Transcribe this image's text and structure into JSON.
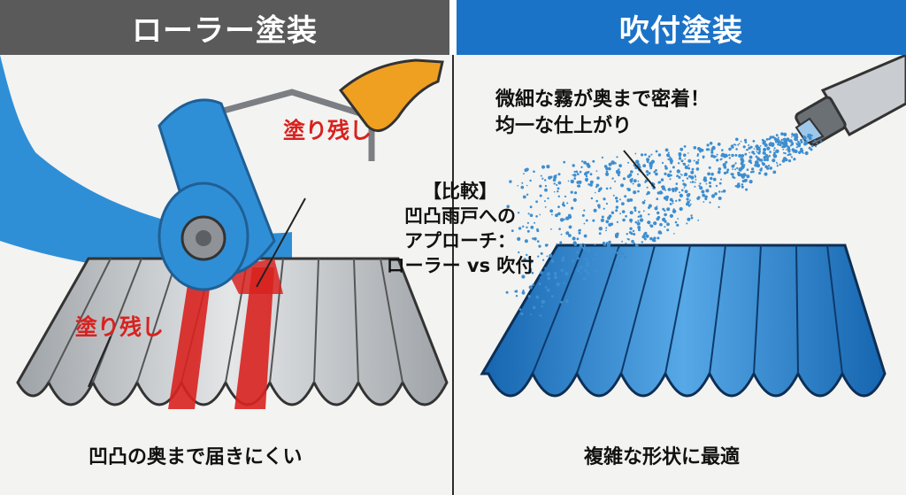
{
  "header": {
    "left_title": "ローラー塗装",
    "right_title": "吹付塗装"
  },
  "left": {
    "missed_label_top": "塗り残し",
    "missed_label_left": "塗り残し",
    "caption": "凹凸の奥まで届きにくい"
  },
  "center": {
    "line1": "【比較】",
    "line2": "凹凸雨戸への",
    "line3": "アプローチ：",
    "line4": "ローラー vs 吹付"
  },
  "right": {
    "mist_line1": "微細な霧が奥まで密着！",
    "mist_line2": "均一な仕上がり",
    "caption": "複雑な形状に最適"
  },
  "colors": {
    "roller_blue": "#2f8fd6",
    "spray_blue": "#1b73c8",
    "missed_red": "#d8221f",
    "handle_orange": "#f0a020",
    "metal_gray": "#bfc3c6"
  }
}
